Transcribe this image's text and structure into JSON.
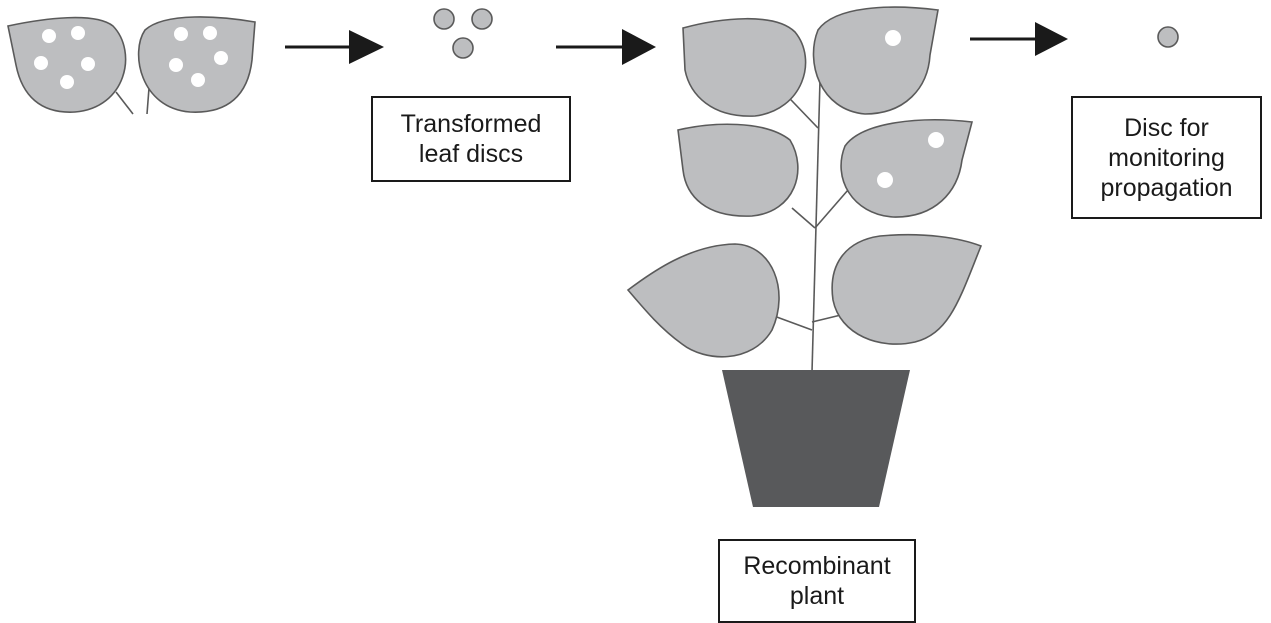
{
  "labels": {
    "transformed": {
      "line1": "Transformed",
      "line2": "leaf discs"
    },
    "monitoring": {
      "line1": "Disc for",
      "line2": "monitoring",
      "line3": "propagation"
    },
    "recombinant": {
      "line1": "Recombinant",
      "line2": "plant"
    }
  },
  "colors": {
    "leaf_fill": "#bdbec0",
    "outline": "#5a5a5a",
    "hole": "#ffffff",
    "arrow": "#1a1a1a",
    "pot": "#58595b"
  }
}
